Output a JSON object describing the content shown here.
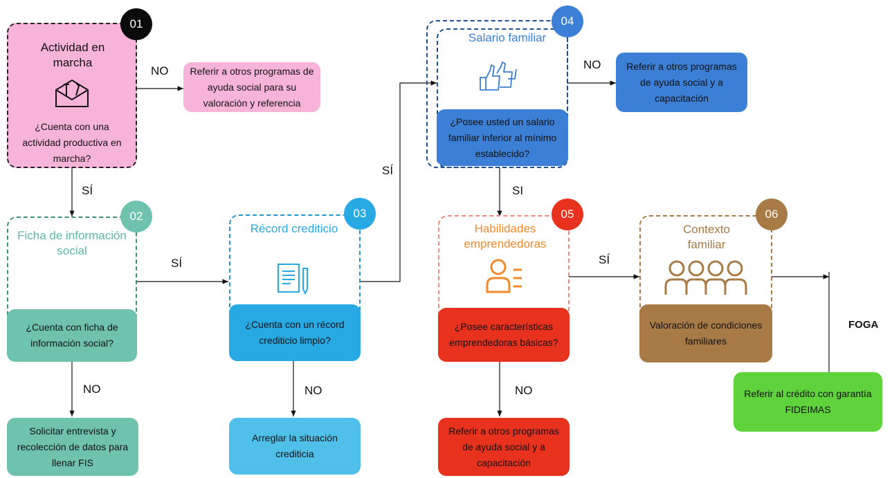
{
  "steps": {
    "s01": {
      "number": "01",
      "title": "Actividad en marcha",
      "question": "¿Cuenta con una actividad productiva en marcha?",
      "color": "#f7b3d8",
      "border": "#222222"
    },
    "s02": {
      "number": "02",
      "title": "Ficha de información social",
      "question": "¿Cuenta con ficha de información social?",
      "color": "#6fc3ad",
      "border": "#3b8f7b"
    },
    "s03": {
      "number": "03",
      "title": "Récord crediticio",
      "question": "¿Cuenta con un récord crediticio limpio?",
      "color": "#27aae3",
      "border": "#2196c9"
    },
    "s04": {
      "number": "04",
      "title": "Salario familiar",
      "question": "¿Posee usted un salario familiar inferior al mínimo establecido?",
      "color": "#3b7fd6",
      "border": "#1f4f91"
    },
    "s05": {
      "number": "05",
      "title": "Habilidades emprendedoras",
      "question": "¿Posee características emprendedoras básicas?",
      "color": "#e8321e",
      "border": "#f08a80"
    },
    "s06": {
      "number": "06",
      "title": "Contexto familiar",
      "question": "Valoración de condiciones familiares",
      "color": "#a87a45",
      "border": "#a87a45"
    }
  },
  "outcomes": {
    "o01": "Referir a otros programas de ayuda social para su valoración y referencia",
    "o02": "Solicitar entrevista y recolección de datos para llenar FIS",
    "o03": "Arreglar la situación crediticia",
    "o04": "Referir a otros programas de ayuda social y a capacitación",
    "o05": "Referir a otros programas de ayuda social y a capacitación",
    "final": "Referir al crédito con garantía FIDEIMAS"
  },
  "labels": {
    "no_1": "NO",
    "si_1": "SÍ",
    "si_2": "SÍ",
    "no_2": "NO",
    "no_3": "NO",
    "si_3": "SÍ",
    "no_4": "NO",
    "si_4": "SI",
    "no_5": "NO",
    "si_5": "SÍ",
    "foga": "FOGA"
  },
  "icons": {
    "s01": "envelope-tools-icon",
    "s03": "document-pencil-icon",
    "s04": "thumbs-up-hands-icon",
    "s05": "person-list-icon",
    "s06": "family-group-icon"
  }
}
